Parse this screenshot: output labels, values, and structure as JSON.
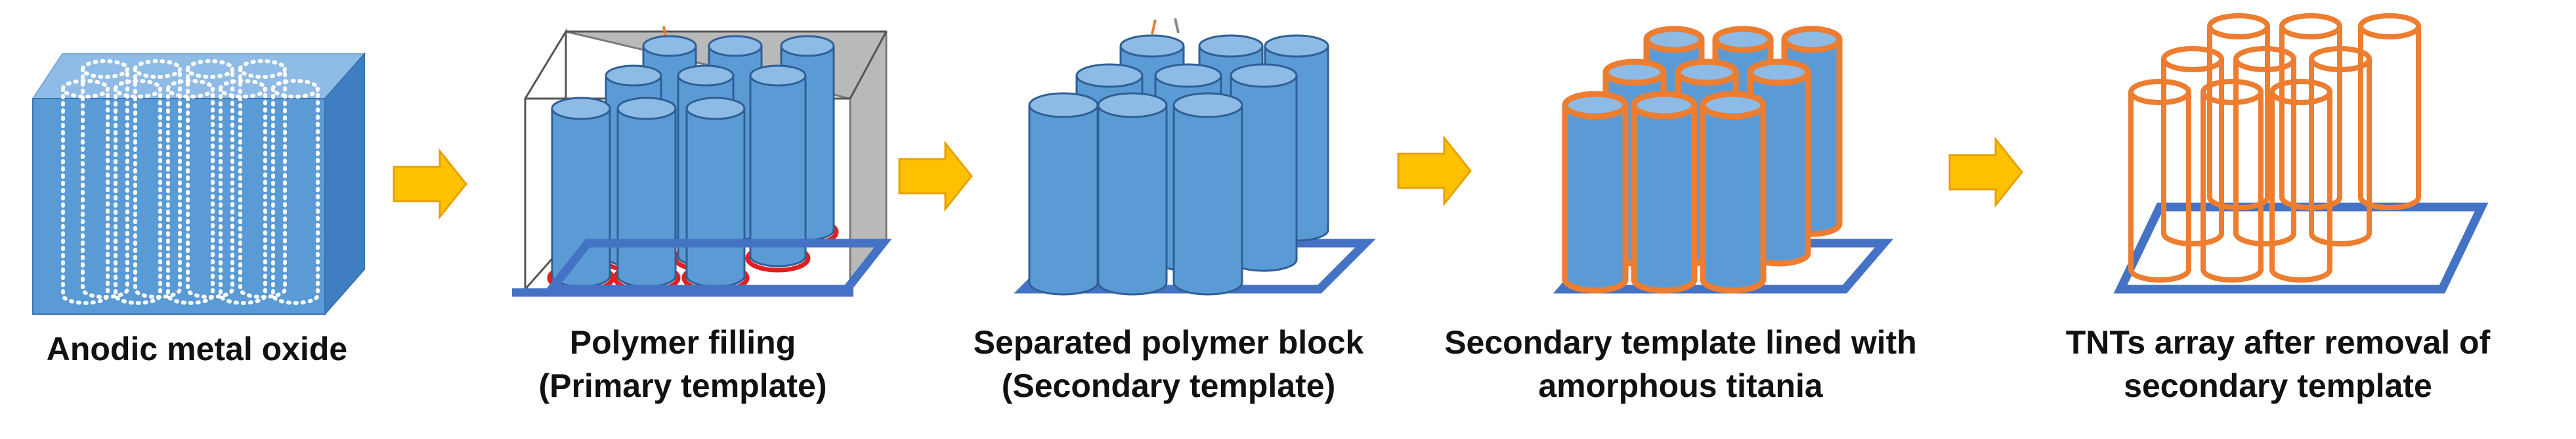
{
  "colors": {
    "oxide_front": "#5b9bd5",
    "oxide_top": "#8fbce6",
    "oxide_side": "#3f7fc1",
    "cylinder_blue": "#5b9bd5",
    "cylinder_top": "#8dbbe6",
    "cylinder_edge": "#2f5f95",
    "base_line": "#4472c4",
    "arrow": "#ffc000",
    "arrow_edge": "#e5a100",
    "titania": "#ed7d31",
    "polymer_red": "#e02020",
    "box_gray": "#b9b9b9"
  },
  "steps": [
    {
      "icon": "anodic-oxide-block",
      "lines": [
        "Anodic metal oxide"
      ]
    },
    {
      "icon": "polymer-filled-template",
      "lines": [
        "Polymer filling",
        "(Primary template)"
      ]
    },
    {
      "icon": "polymer-pillar-block",
      "lines": [
        "Separated polymer block",
        "(Secondary template)"
      ]
    },
    {
      "icon": "titania-lined-pillars",
      "lines": [
        "Secondary template lined with",
        "amorphous titania"
      ]
    },
    {
      "icon": "tnt-array",
      "lines": [
        "TNTs array after removal of",
        "secondary template"
      ]
    }
  ]
}
